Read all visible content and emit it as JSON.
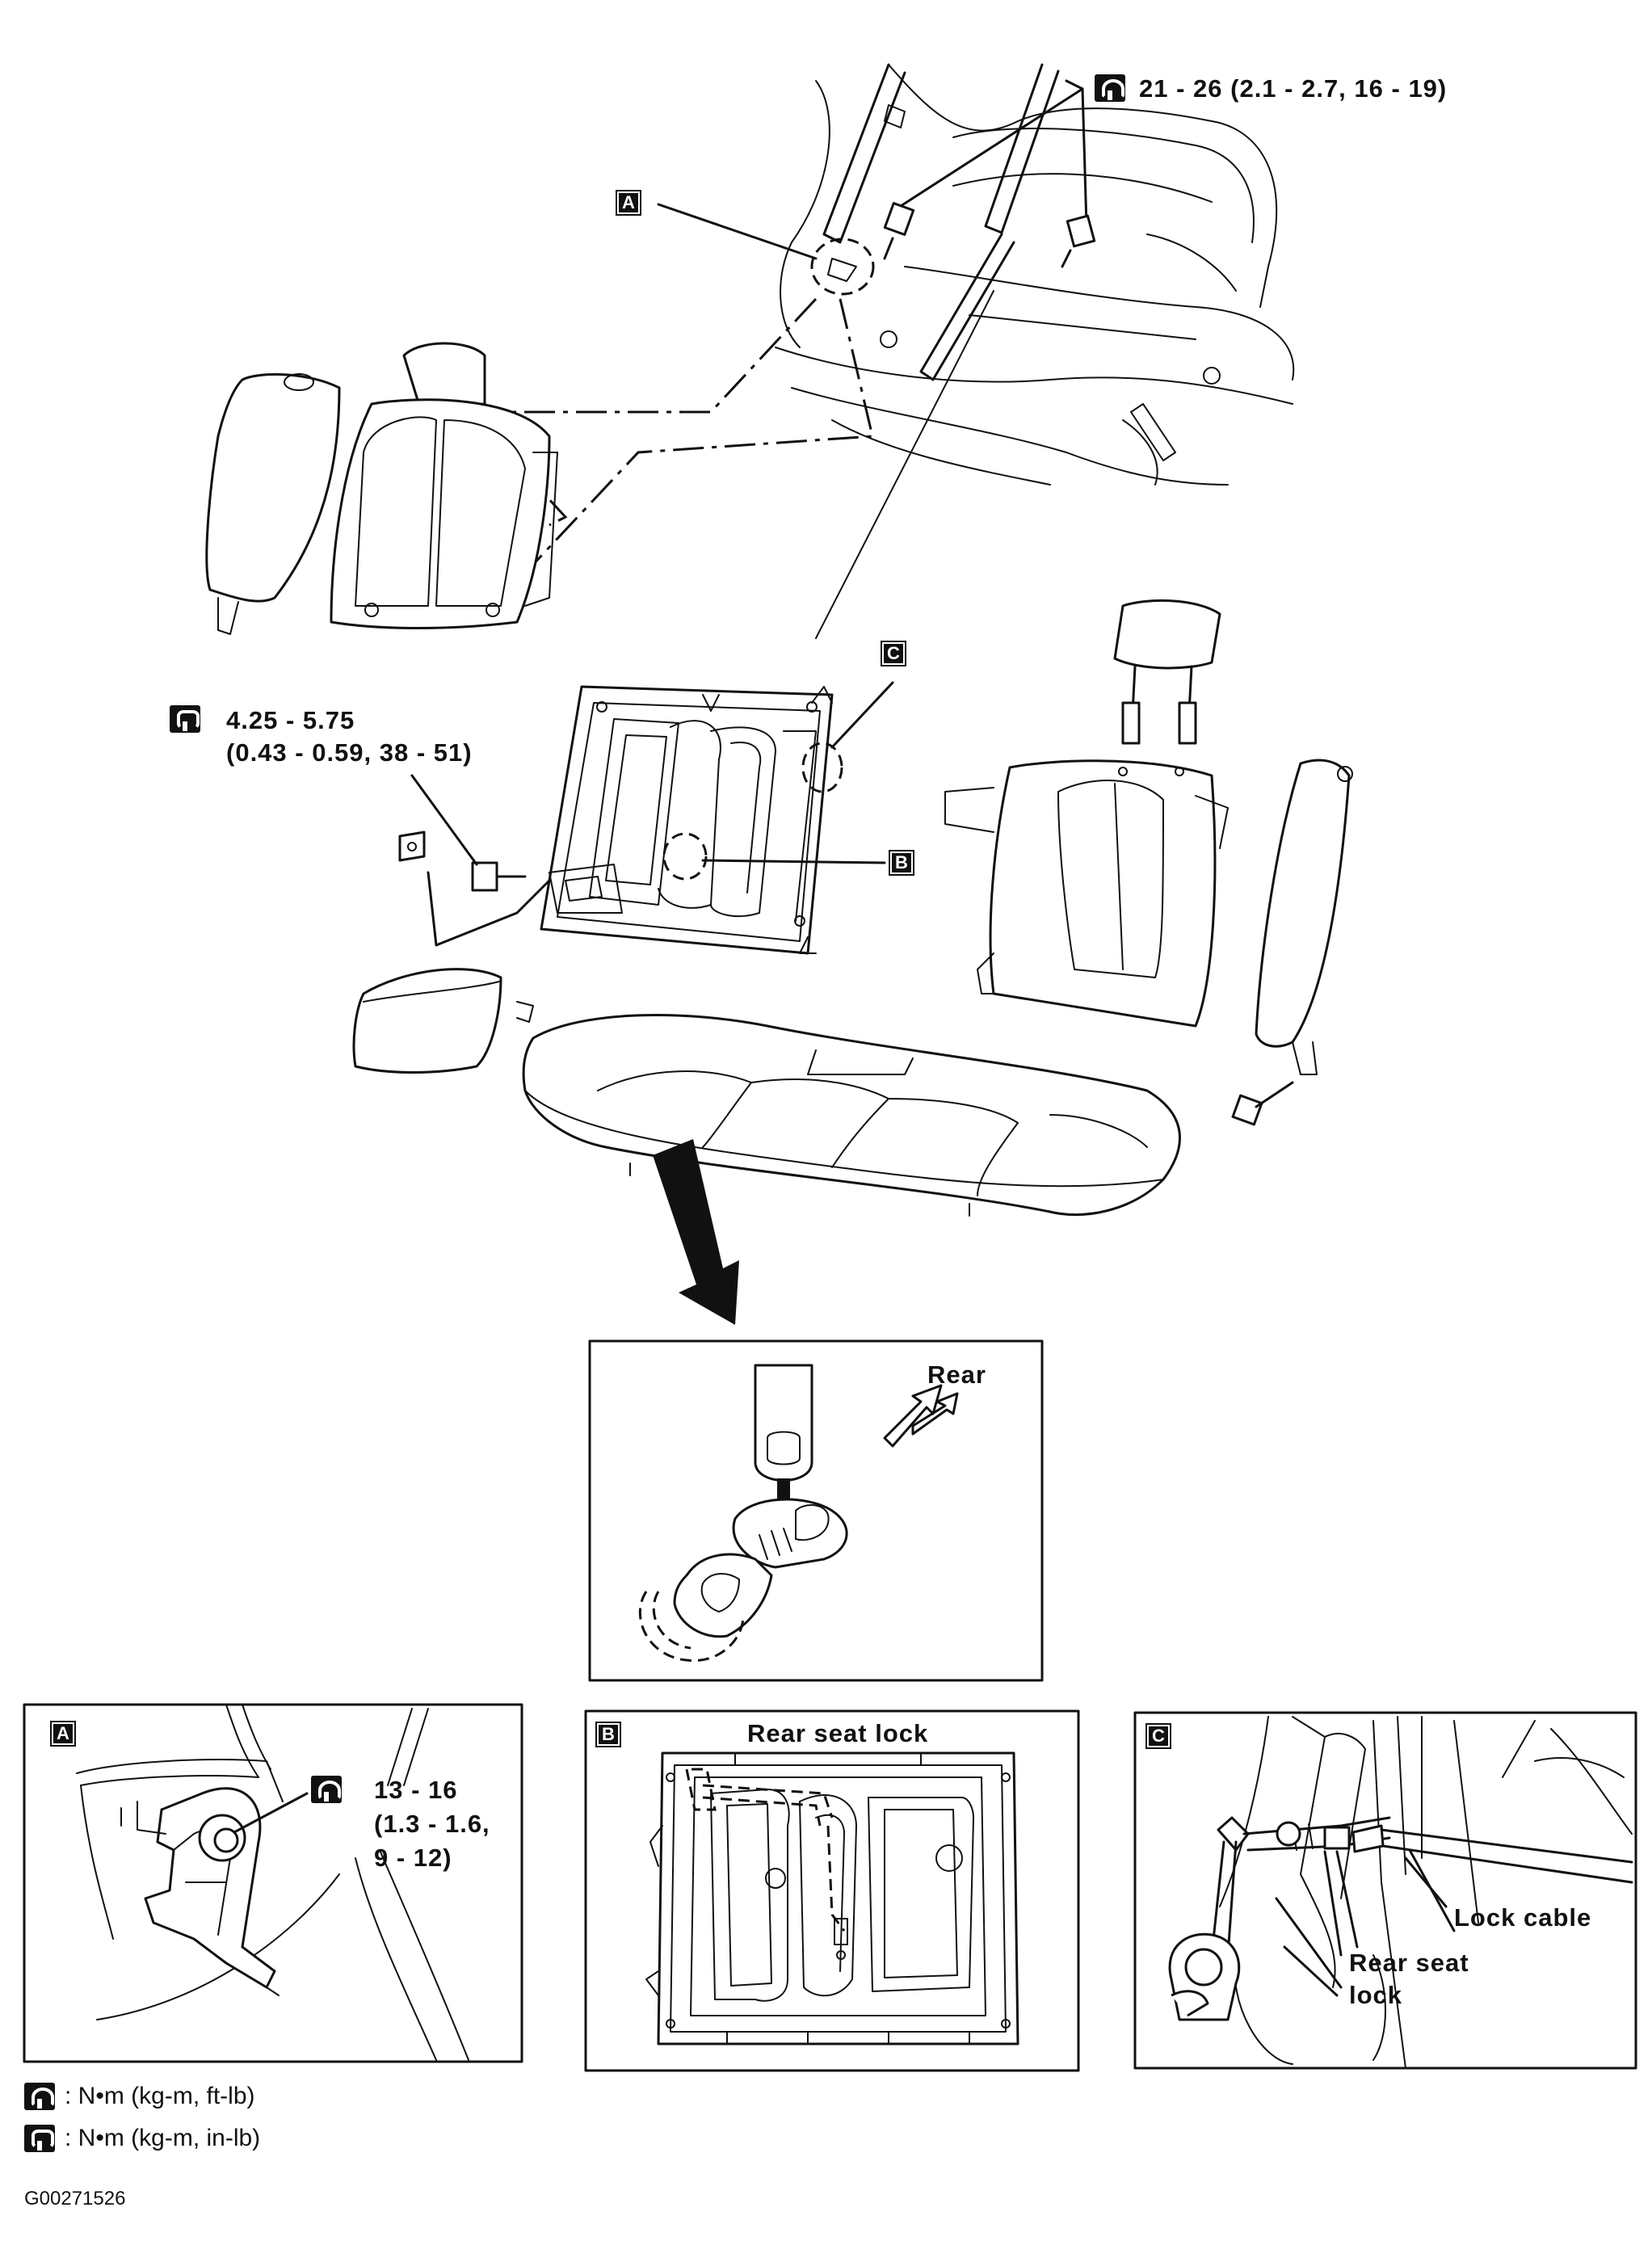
{
  "torque_top": "21 - 26 (2.1 - 2.7, 16 - 19)",
  "torque_middle_line1": "4.25 - 5.75",
  "torque_middle_line2": "(0.43 - 0.59, 38 - 51)",
  "callouts": {
    "a": "A",
    "b": "B",
    "c": "C"
  },
  "inset_rear_label": "Rear",
  "detail_a": {
    "torque_line1": "13 - 16",
    "torque_line2": "(1.3 - 1.6,",
    "torque_line3": "9 - 12)"
  },
  "detail_b": {
    "label": "Rear seat lock"
  },
  "detail_c": {
    "lock_cable": "Lock cable",
    "rear_seat_line1": "Rear seat",
    "rear_seat_line2": "lock"
  },
  "legend": [
    {
      "icon": "wrench-torque-ftlb-icon",
      "text": ": N•m (kg-m, ft-lb)"
    },
    {
      "icon": "wrench-torque-inlb-icon",
      "text": ": N•m (kg-m, in-lb)"
    }
  ],
  "figure_code": "G00271526"
}
